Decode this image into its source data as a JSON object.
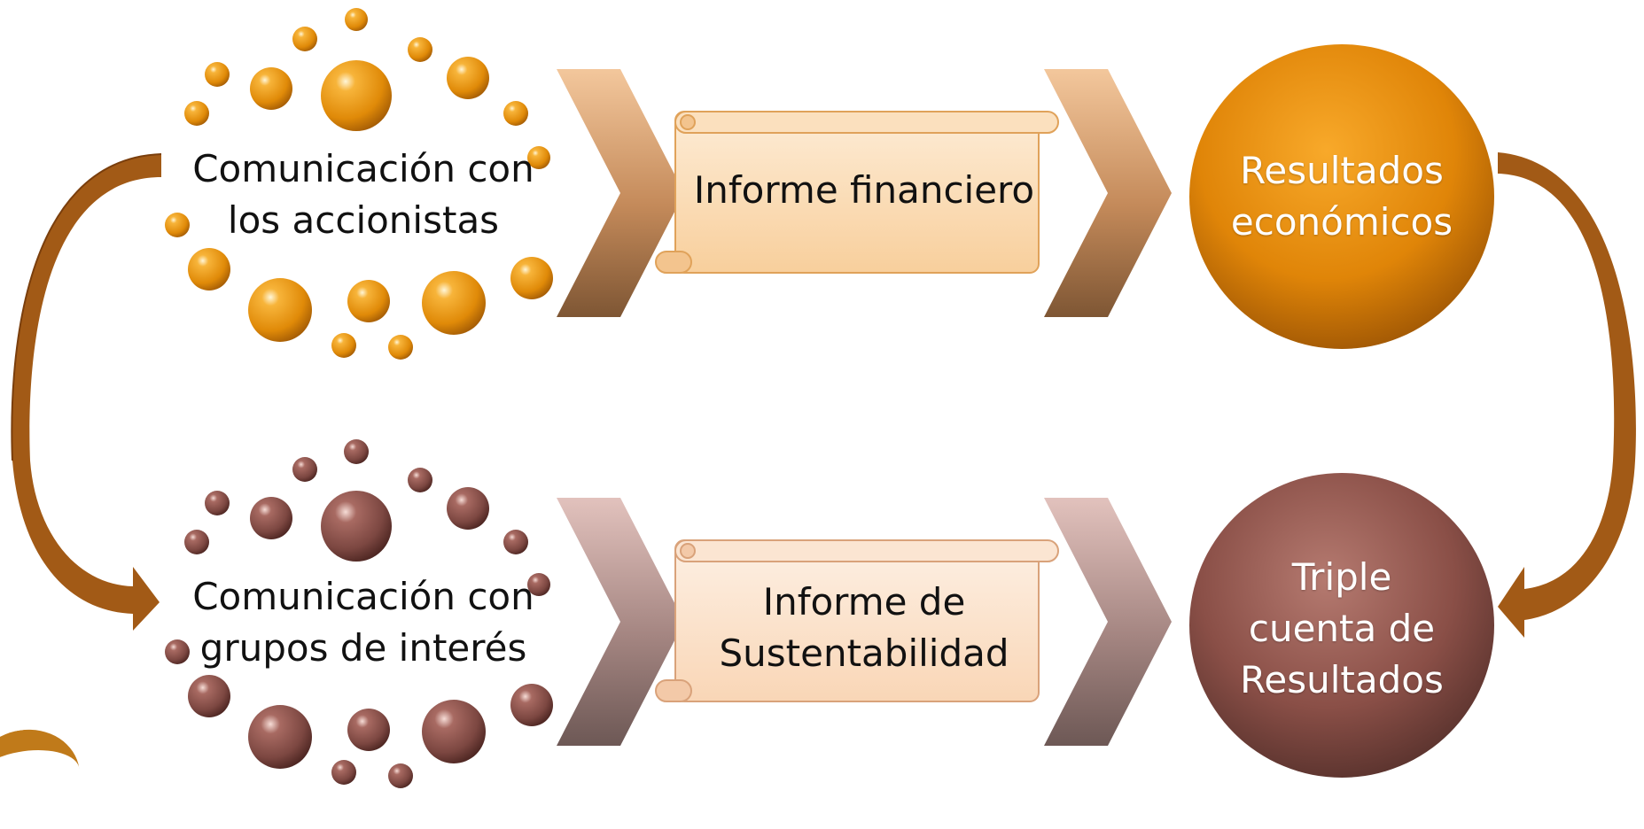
{
  "nodes": {
    "shareholders": {
      "line1": "Comunicación con",
      "line2": "los accionistas"
    },
    "stakeholders": {
      "line1": "Comunicación con",
      "line2": "grupos de interés"
    },
    "financial_report": {
      "line1": "Informe financiero"
    },
    "sustainability_report": {
      "line1": "Informe de",
      "line2": "Sustentabilidad"
    },
    "economic_results": {
      "line1": "Resultados",
      "line2": "económicos"
    },
    "triple_bottom_line": {
      "line1": "Triple",
      "line2": "cuenta de",
      "line3": "Resultados"
    }
  },
  "colors": {
    "orange": "#e6940f",
    "orange_dark": "#b86a08",
    "brown": "#8a5049",
    "brown_dark": "#5a2e2a",
    "scroll_fill": "#fde3c0",
    "arrow_brown": "#8a4a12"
  }
}
